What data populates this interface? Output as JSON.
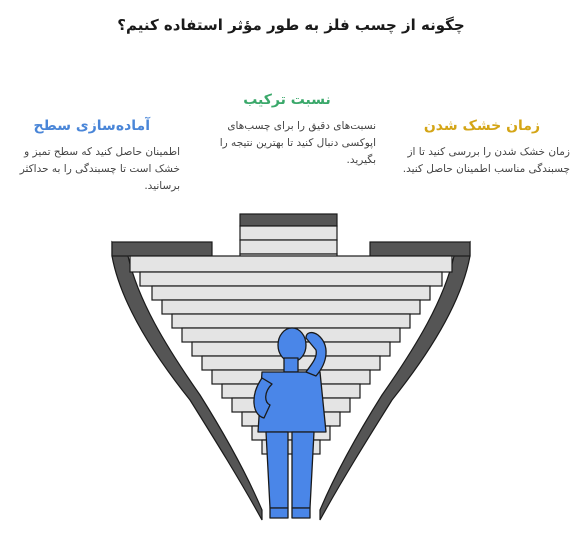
{
  "title": "چگونه از چسب فلز به طور مؤثر استفاده کنیم؟",
  "colors": {
    "left_heading": "#4a86d8",
    "mid_heading": "#3aa86a",
    "right_heading": "#d4a516",
    "steps_light": "#e4e4e4",
    "steps_dark": "#555555",
    "figure": "#4a86e8"
  },
  "sections": {
    "left": {
      "heading": "آماده‌سازی سطح",
      "body": "اطمینان حاصل کنید که سطح تمیز و خشک است تا چسبندگی را به حداکثر برسانید."
    },
    "mid": {
      "heading": "نسبت ترکیب",
      "body": "نسبت‌های دقیق را برای چسب‌های اپوکسی دنبال کنید تا بهترین نتیجه را بگیرید."
    },
    "right": {
      "heading": "زمان خشک شدن",
      "body": "زمان خشک شدن را بررسی کنید تا از چسبندگی مناسب اطمینان حاصل کنید."
    }
  }
}
